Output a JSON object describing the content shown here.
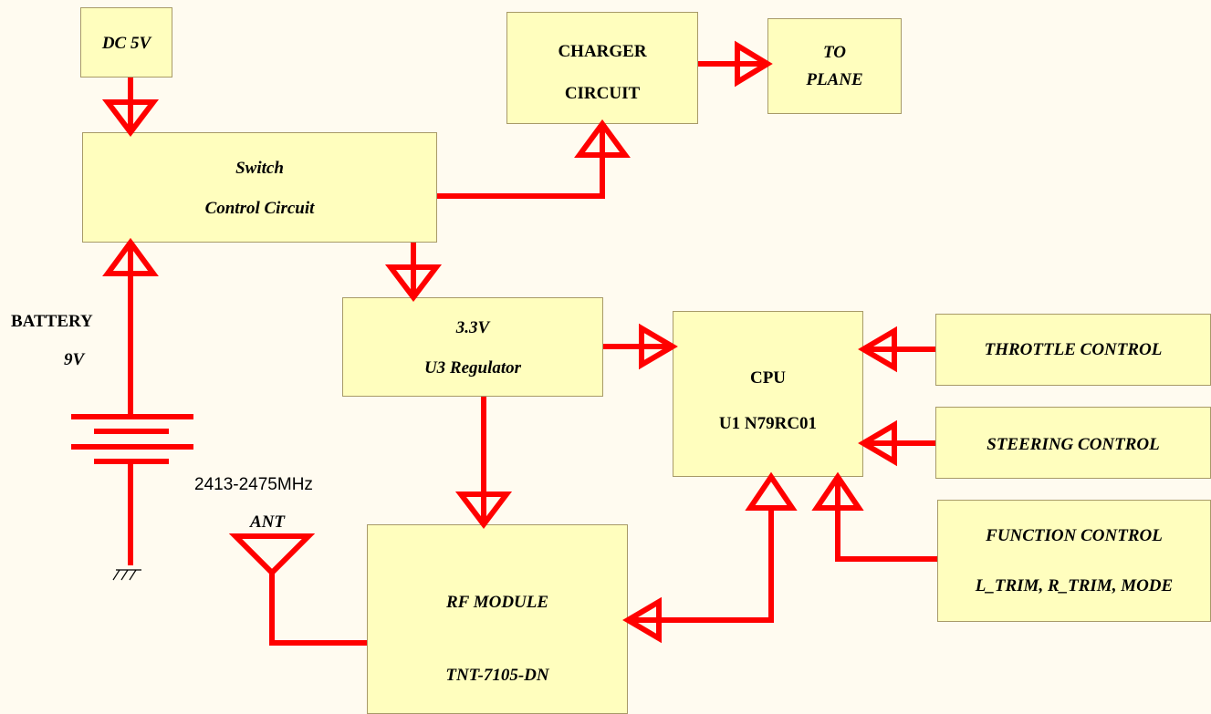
{
  "colors": {
    "wire": "#ff0000",
    "box_fill": "#fffebe",
    "box_border": "#a89a68",
    "background": "#fffbf0"
  },
  "blocks": {
    "dc5v": {
      "label": "DC 5V"
    },
    "switch": {
      "line1": "Switch",
      "line2": "Control Circuit"
    },
    "charger": {
      "line1": "CHARGER",
      "line2": "CIRCUIT"
    },
    "plane": {
      "line1": "TO",
      "line2": "PLANE"
    },
    "regulator": {
      "line1": "3.3V",
      "line2": "U3 Regulator"
    },
    "cpu": {
      "line1": "CPU",
      "line2": "U1 N79RC01"
    },
    "throttle": {
      "label": "THROTTLE CONTROL"
    },
    "steering": {
      "label": "STEERING CONTROL"
    },
    "function": {
      "line1": "FUNCTION CONTROL",
      "line2": "L_TRIM, R_TRIM, MODE"
    },
    "rf": {
      "line1": "RF MODULE",
      "line2": "TNT-7105-DN"
    }
  },
  "battery": {
    "label": "BATTERY",
    "voltage": "9V"
  },
  "antenna": {
    "frequency": "2413-2475MHz",
    "label": "ANT"
  }
}
